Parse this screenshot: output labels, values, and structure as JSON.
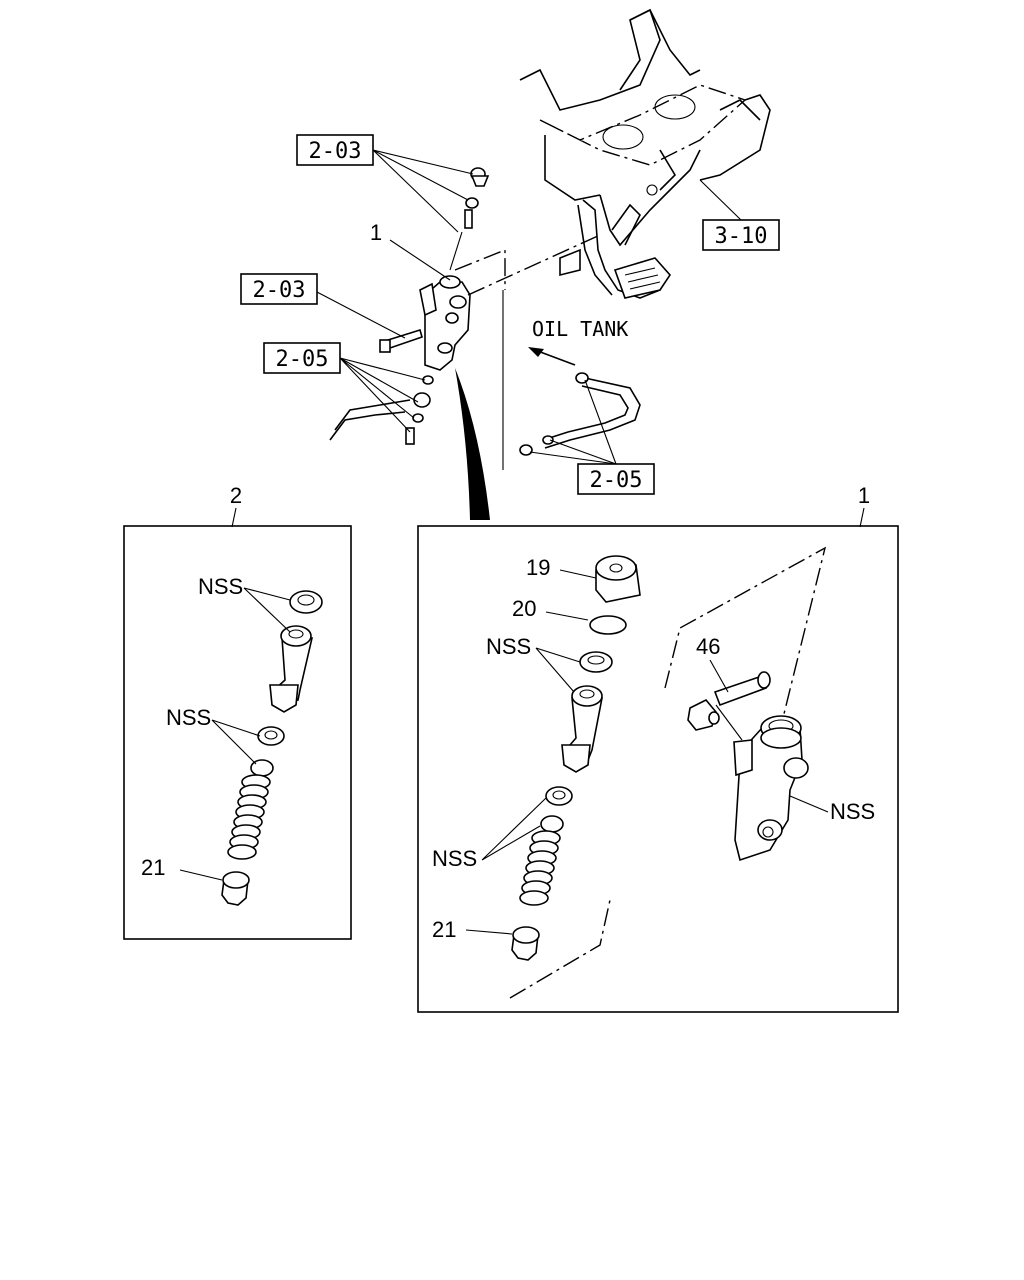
{
  "callouts": {
    "ref_2_03_top": "2-03",
    "ref_2_03_mid": "2-03",
    "ref_2_05_left": "2-05",
    "ref_2_05_right": "2-05",
    "ref_3_10": "3-10",
    "item_1_top": "1",
    "oil_tank": "OIL TANK"
  },
  "kit_2": {
    "label": "2",
    "nss_upper": "NSS",
    "nss_lower": "NSS",
    "item_21": "21"
  },
  "kit_1": {
    "label": "1",
    "item_19": "19",
    "item_20": "20",
    "item_46": "46",
    "item_21": "21",
    "nss_seal": "NSS",
    "nss_lower": "NSS",
    "nss_body": "NSS"
  }
}
